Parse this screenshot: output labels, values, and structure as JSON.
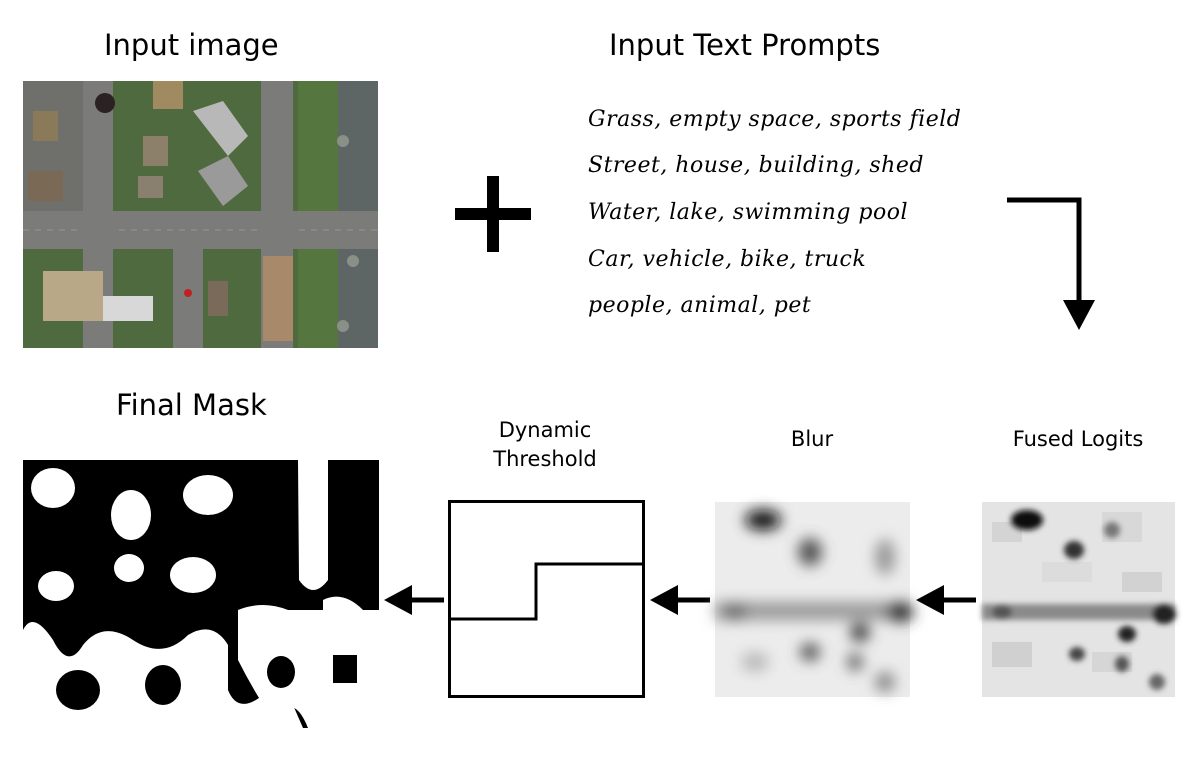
{
  "titles": {
    "input_image": "Input image",
    "input_text_prompts": "Input Text Prompts",
    "final_mask": "Final Mask",
    "dynamic_threshold_line1": "Dynamic",
    "dynamic_threshold_line2": "Threshold",
    "blur": "Blur",
    "fused_logits": "Fused Logits"
  },
  "prompts": [
    "Grass, empty space, sports field",
    "Street, house, building, shed",
    "Water, lake, swimming pool",
    "Car, vehicle, bike, truck",
    "people, animal, pet"
  ],
  "operators": {
    "combine": "+"
  },
  "colors": {
    "ink": "#000000",
    "grass": "#4a6a3a",
    "road": "#7a7a78",
    "water": "#5c6464"
  }
}
